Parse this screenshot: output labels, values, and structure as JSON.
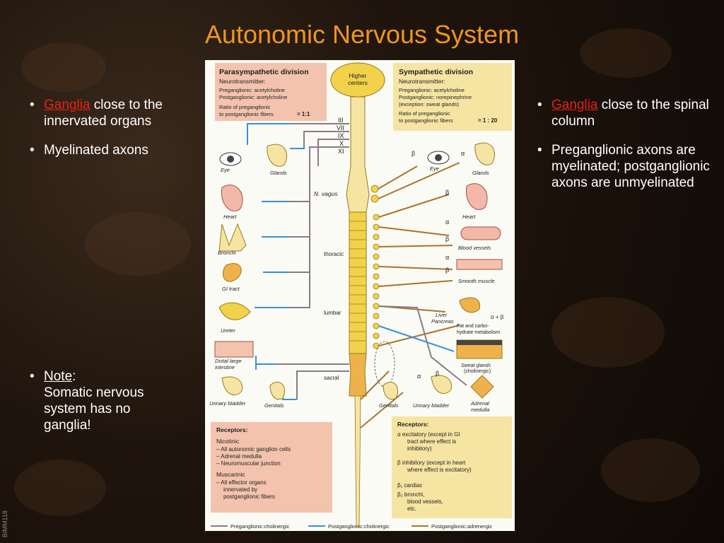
{
  "slide": {
    "title": "Autonomic Nervous System",
    "slide_id": "BIMM118"
  },
  "left_bullets": {
    "b1_highlight": "Ganglia",
    "b1_rest": " close to the innervated organs",
    "b2": "Myelinated axons",
    "note_highlight": "Note",
    "note_colon": ":",
    "note_text": "Somatic nervous system has no ganglia!"
  },
  "right_bullets": {
    "b1_highlight": "Ganglia",
    "b1_rest": " close to the spinal column",
    "b2": "Preganglionic axons are myelinated; postganglionic axons are unmyelinated"
  },
  "colors": {
    "title": "#f0951e",
    "highlight": "#e8201a",
    "para_panel": "#f3c3ad",
    "symp_panel": "#f6e4a3",
    "cord": "#f1d24a",
    "preganglionic": "#8a7a88",
    "post_cholinergic": "#3a8fd6",
    "post_adrenergic": "#a7762a"
  },
  "diagram": {
    "para": {
      "title": "Parasympathetic division",
      "nt": "Neurotransmitter:",
      "nt1": "Preganglionic: acetylcholine",
      "nt2": "Postganglionic: acetylcholine",
      "ratio1": "Ratio of preganglionic",
      "ratio2": "to postganglionic fibers",
      "ratio_val": "= 1:1"
    },
    "symp": {
      "title": "Sympathetic division",
      "nt": "Neurotransmitter:",
      "nt1": "Preganglionic: acetylcholine",
      "nt2": "Postganglionic: norepinephrine",
      "nt3": "(exception: sweat glands)",
      "ratio1": "Ratio of preganglionic",
      "ratio2": "to postganglionic fibers",
      "ratio_val": "= 1 : 20"
    },
    "higher": "Higher",
    "centers": "centers",
    "cranial_nerves": [
      "III",
      "VII",
      "IX",
      "X",
      "XI"
    ],
    "regions": {
      "thoracic": "thoracic",
      "lumbar": "lumbar",
      "sacral": "sacral",
      "vagus": "N. vagus"
    },
    "left_organs": [
      "Eye",
      "Glands",
      "Heart",
      "Bronchi",
      "GI tract",
      "Ureter",
      "Distal large",
      "intestine",
      "Urinary bladder",
      "Genitals"
    ],
    "right_organs": [
      "Eye",
      "Glands",
      "Heart",
      "Blood vessels",
      "Smooth muscle",
      "Liver",
      "Pancreas",
      "Fat and carbo-",
      "hydrate metabolism",
      "Sweat glands",
      "(cholinergic)",
      "Genitals",
      "Urinary bladder",
      "Adrenal",
      "medulla"
    ],
    "receptors_left": {
      "title": "Receptors:",
      "nic": "Nicotinic",
      "n1": "– All autonomic ganglion cells",
      "n2": "– Adrenal medulla",
      "n3": "– Neuromuscular junction",
      "mus": "Muscarinic",
      "m1": "– All effector organs",
      "m2": "innervated by",
      "m3": "postganglionic fibers"
    },
    "receptors_right": {
      "title": "Receptors:",
      "a1": "α  excitatory (except in GI",
      "a2": "tract where  effect is",
      "a3": "inhibitory)",
      "b1": "β  inhibitory (except in heart",
      "b2": "where effect is excitatory)",
      "c1": "β₁ cardiac",
      "d1": "β₂ bronchi,",
      "d2": "blood vessels,",
      "d3": "etc."
    },
    "greek": {
      "alpha": "α",
      "beta": "β",
      "ab": "α + β"
    },
    "legend": [
      "Preganglionic:cholinergic",
      "Postganglionic:cholinergic",
      "Postganglionic:adrenergic"
    ]
  }
}
